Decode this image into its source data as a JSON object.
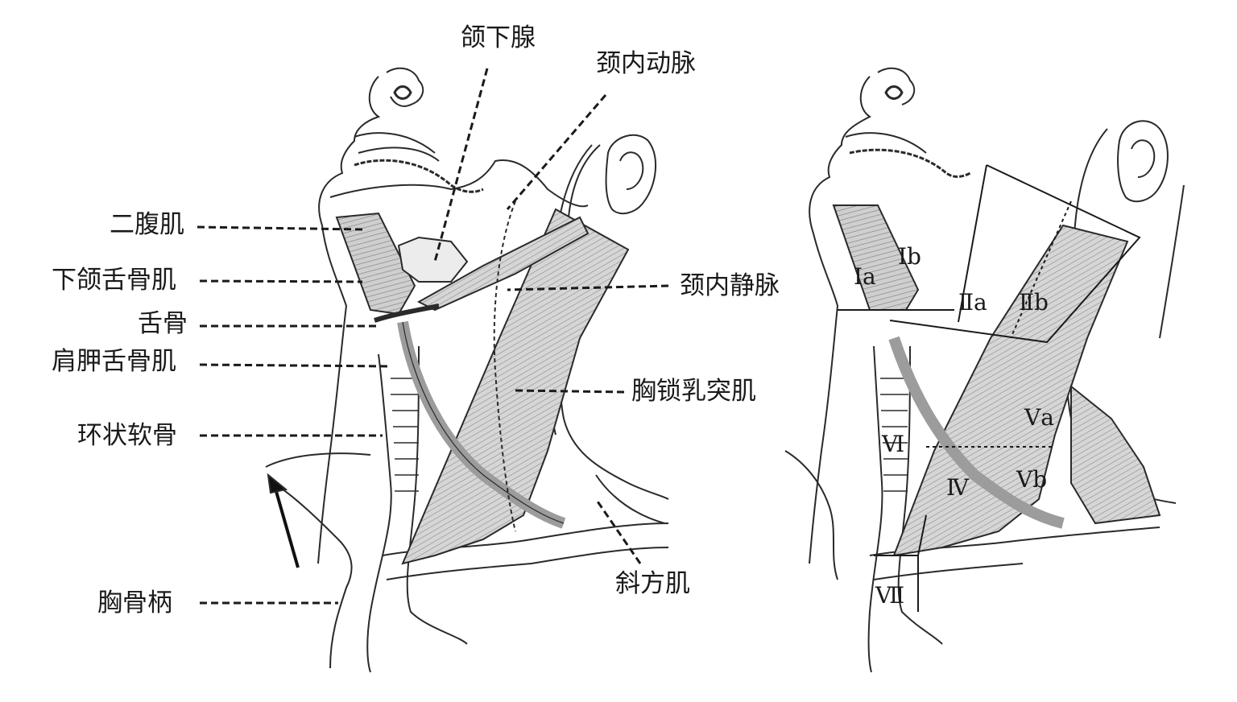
{
  "left_labels": {
    "submandibular_gland": "颌下腺",
    "internal_carotid_artery": "颈内动脉",
    "digastric": "二腹肌",
    "mylohyoid": "下颌舌骨肌",
    "hyoid": "舌骨",
    "omohyoid": "肩胛舌骨肌",
    "cricoid": "环状软骨",
    "manubrium": "胸骨柄",
    "internal_jugular_vein": "颈内静脉",
    "sternocleidomastoid": "胸锁乳突肌",
    "trapezius": "斜方肌"
  },
  "zones": {
    "Ia": "Ⅰa",
    "Ib": "Ⅰb",
    "IIa": "Ⅱa",
    "IIb": "Ⅱb",
    "Va": "Ⅴa",
    "Vb": "Ⅴb",
    "VI": "Ⅵ",
    "IV": "Ⅳ",
    "VII": "Ⅶ"
  },
  "colors": {
    "line": "#2a2a2a",
    "muscle": "#b9b9b9",
    "ink": "#1a1a1a"
  }
}
